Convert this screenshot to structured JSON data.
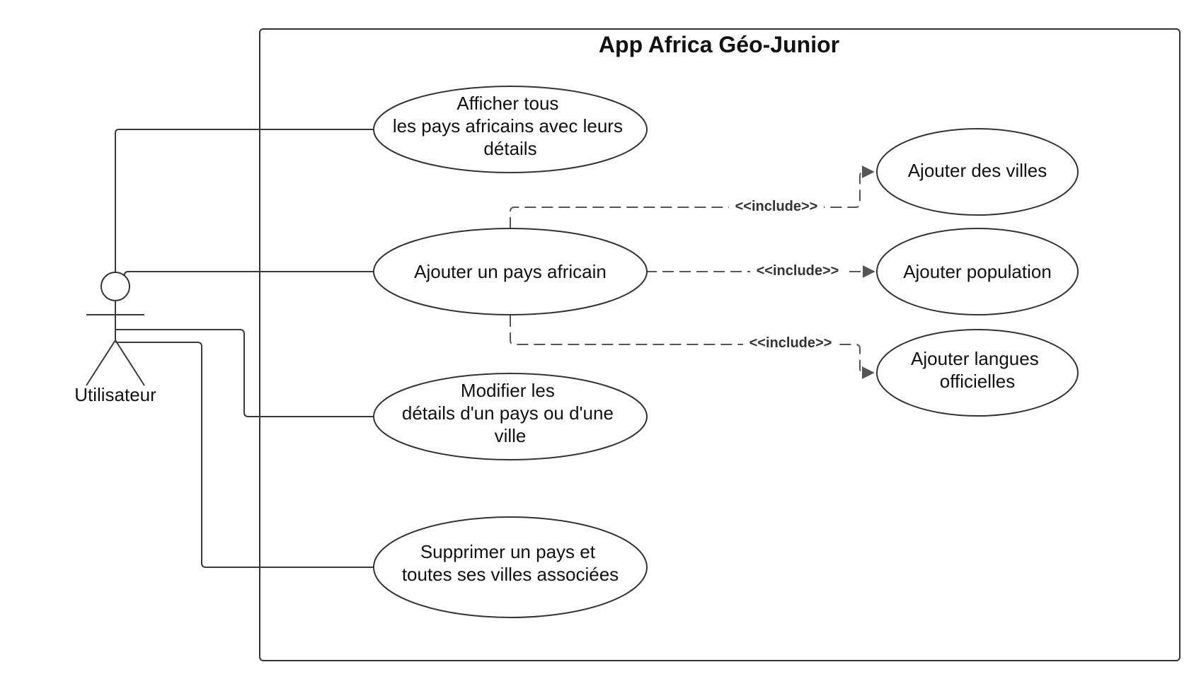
{
  "system": {
    "title": "App Africa Géo-Junior"
  },
  "actor": {
    "name": "Utilisateur"
  },
  "use_cases": {
    "afficher": [
      "Afficher tous",
      "les pays africains avec leurs",
      "détails"
    ],
    "ajouter_pays": [
      "Ajouter un pays africain"
    ],
    "modifier": [
      "Modifier les",
      "détails d'un pays ou d'une",
      "ville"
    ],
    "supprimer": [
      "Supprimer un pays et",
      "toutes ses villes associées"
    ],
    "villes": [
      "Ajouter des villes"
    ],
    "population": [
      "Ajouter population"
    ],
    "langues": [
      "Ajouter langues",
      "officielles"
    ]
  },
  "relations": {
    "include_villes": "<<include>>",
    "include_population": "<<include>>",
    "include_langues": "<<include>>"
  }
}
